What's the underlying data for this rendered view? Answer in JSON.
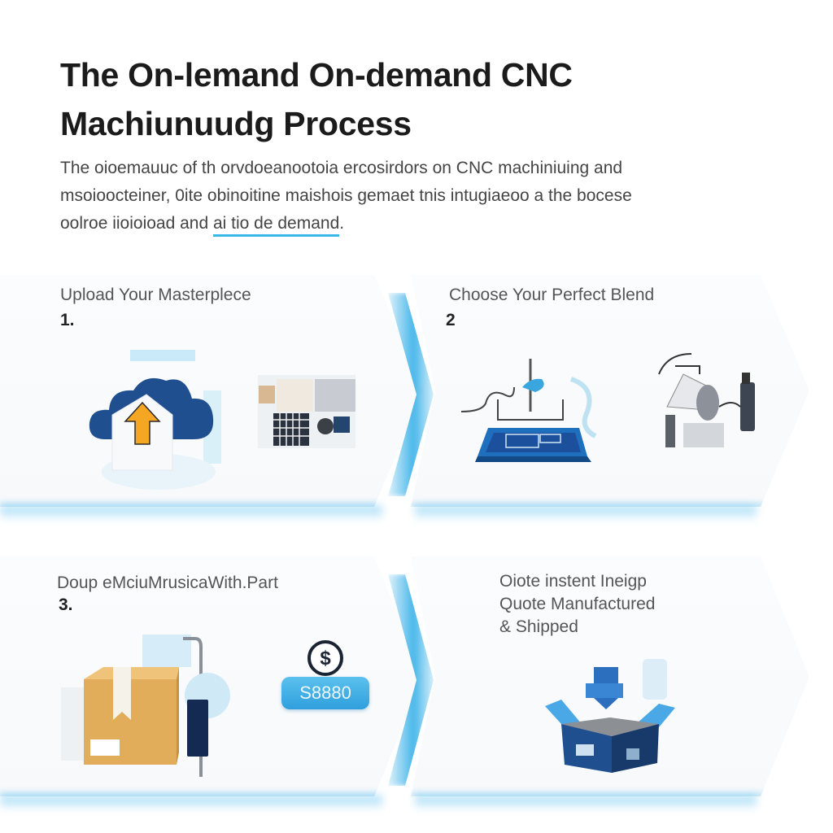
{
  "header": {
    "title": "The On-lemand On-demand CNC Machiunuudg Process",
    "intro_text": "The oioemauuc of th orvdoeanootoia ercosirdors on CNC machiniuing and msoioocteiner, 0ite obinoitine maishois gemaet tnis intugiaeoo a the bocese oolroe iioioioad and ",
    "intro_link": "ai tio de demand",
    "intro_end": "."
  },
  "steps": [
    {
      "number": "1.",
      "title": "Upload Your Masterplece",
      "icons": [
        "cloud-upload-icon",
        "cad-drawing-icon"
      ]
    },
    {
      "number": "2",
      "title": "Choose Your Perfect Blend",
      "icons": [
        "cnc-machine-icon",
        "machining-equipment-icon"
      ]
    },
    {
      "number": "3.",
      "title": "Doup eMciuMrusicaWith.Part",
      "icons": [
        "package-box-icon",
        "price-tag-icon"
      ],
      "price": "S8880"
    },
    {
      "number": "",
      "title_lines": [
        "Oiote instent Ineigp",
        "Quote Manufactured",
        "& Shipped"
      ],
      "icons": [
        "shipping-box-icon"
      ]
    }
  ],
  "colors": {
    "accent_blue": "#3bb7ea",
    "navy": "#1f4f8f",
    "orange": "#f5a623",
    "box_tan": "#e2ad5a",
    "text_dark": "#1b1b1b",
    "text_muted": "#555555"
  }
}
